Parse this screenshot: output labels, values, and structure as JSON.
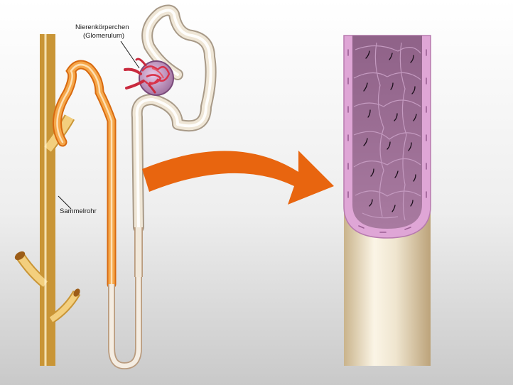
{
  "labels": {
    "glomerulus_line1": "Nierenkörperchen",
    "glomerulus_line2": "(Glomerulum)",
    "collecting_duct": "Sammelrohr"
  },
  "colors": {
    "duct": "#e8b65a",
    "duct_highlight": "#fbe3a8",
    "loop_orange": "#f08a1e",
    "loop_beige": "#e4d3bd",
    "arrow": "#e8650f",
    "cells": "#a6749a",
    "cell_membrane": "#e7b6dc",
    "tube": "#e8dcc2"
  }
}
